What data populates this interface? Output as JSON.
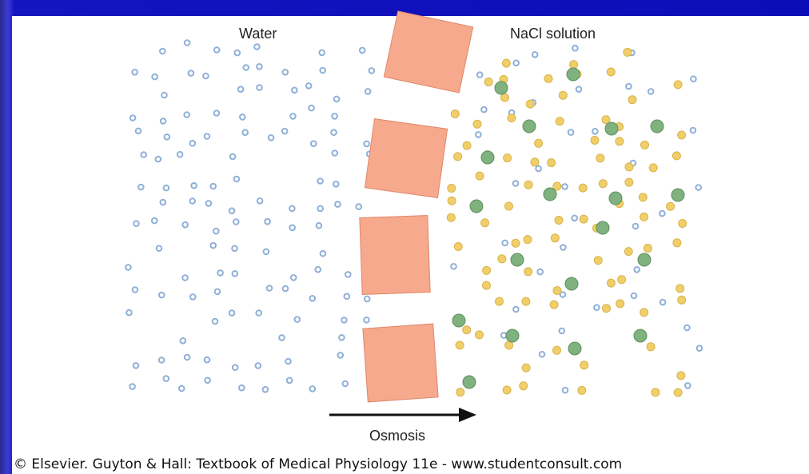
{
  "labels": {
    "left_compartment": "Water",
    "right_compartment": "NaCl solution",
    "arrow_label": "Osmosis"
  },
  "credit": "© Elsevier. Guyton & Hall: Textbook of Medical Physiology 11e - www.studentconsult.com",
  "legend_colors": {
    "water_molecule": "#8fb0d8",
    "sodium_ion": "#f0cf6a",
    "chloride_ion": "#7fb27f",
    "membrane": "#f6a98c"
  }
}
